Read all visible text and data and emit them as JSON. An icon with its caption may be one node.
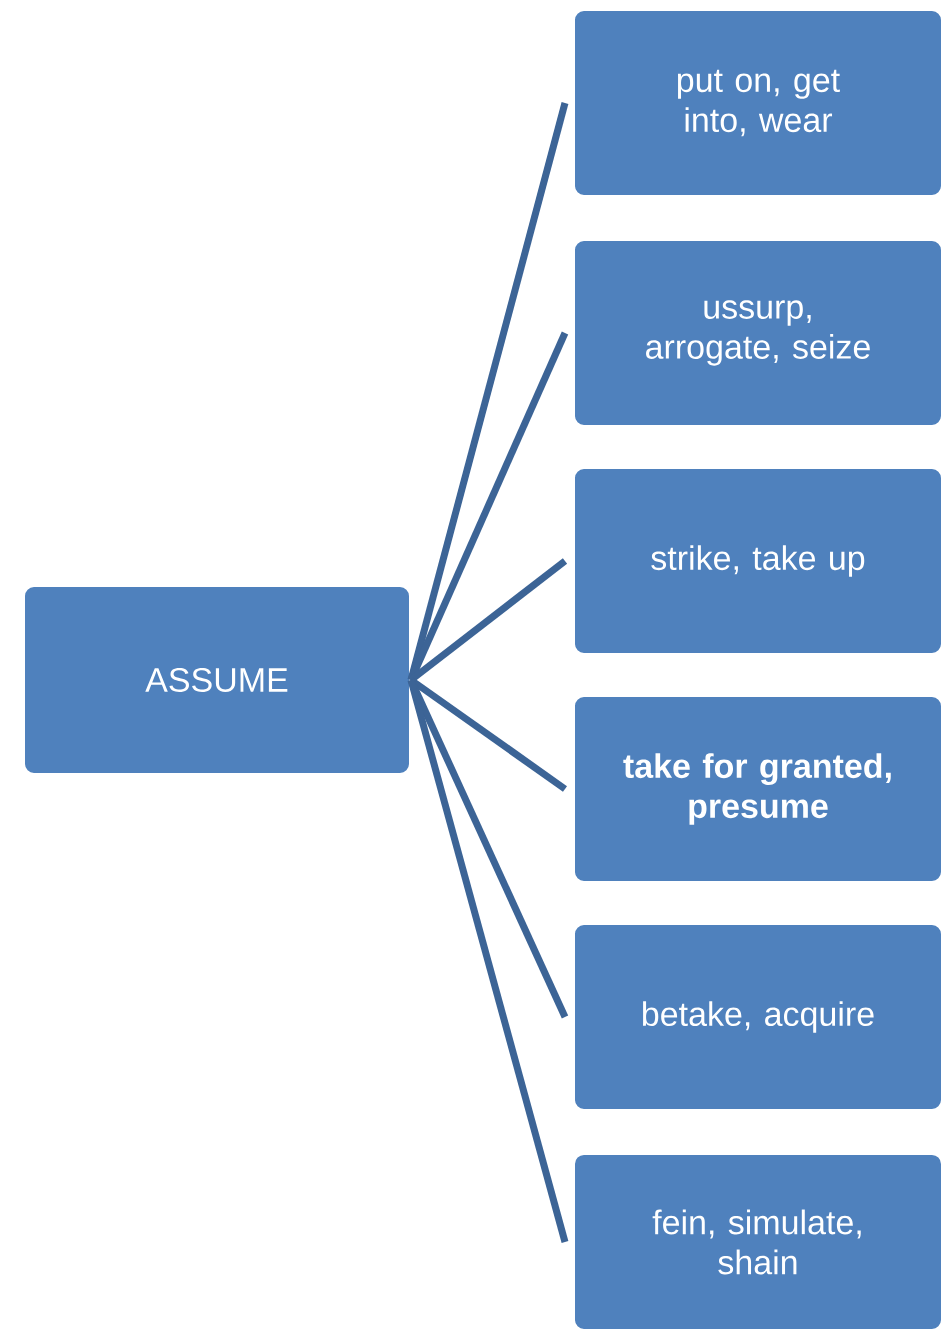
{
  "diagram": {
    "nodes": [
      {
        "text": [
          "ASSUME"
        ]
      },
      {
        "text": [
          "put on, get into, wear"
        ]
      },
      {
        "text": [
          "ussurp, arrogate, seize"
        ]
      },
      {
        "text": [
          "strike, take up"
        ]
      },
      {
        "text": [
          "take for granted, presume"
        ]
      },
      {
        "text": [
          "betake, acquire"
        ]
      },
      {
        "text": [
          "fein, simulate, shain"
        ]
      }
    ],
    "edges": [
      {
        "from": 0,
        "to": 1,
        "arrow": "none"
      },
      {
        "from": 0,
        "to": 2,
        "arrow": "none"
      },
      {
        "from": 0,
        "to": 3,
        "arrow": "none"
      },
      {
        "from": 0,
        "to": 4,
        "arrow": "none"
      },
      {
        "from": 0,
        "to": 5,
        "arrow": "none"
      },
      {
        "from": 0,
        "to": 6,
        "arrow": "none"
      }
    ]
  }
}
